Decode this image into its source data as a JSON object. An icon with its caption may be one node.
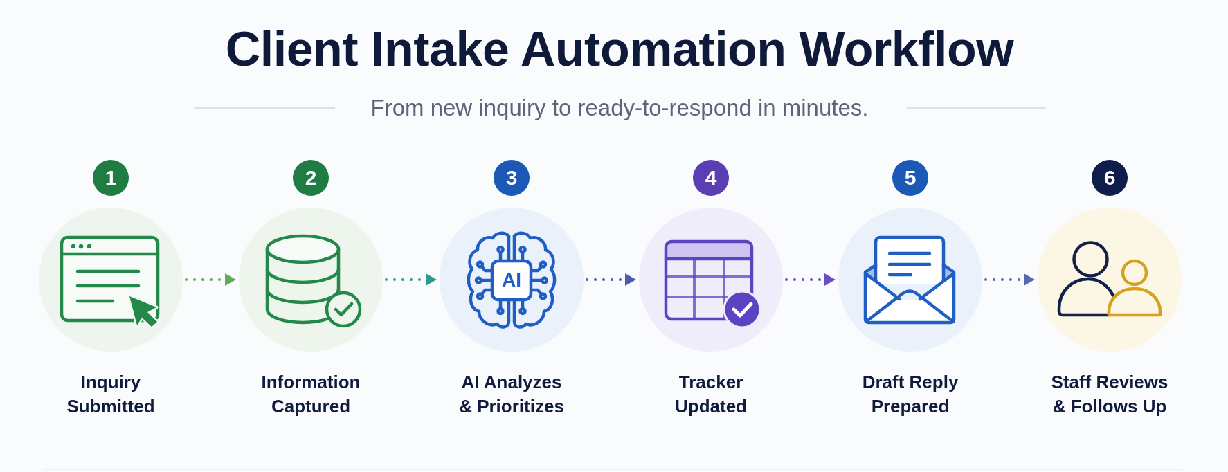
{
  "diagram": {
    "title": "Client Intake Automation Workflow",
    "nodes": [
      {
        "text": [
          "1",
          "Inquiry Submitted"
        ]
      },
      {
        "text": [
          "2",
          "Information Captured"
        ]
      },
      {
        "text": [
          "3",
          "AI Analyzes & Prioritizes"
        ]
      },
      {
        "text": [
          "4",
          "Tracker Updated"
        ]
      },
      {
        "text": [
          "5",
          "Draft Reply Prepared"
        ]
      },
      {
        "text": [
          "6",
          "Staff Reviews & Follows Up"
        ]
      }
    ],
    "edges": [
      {
        "from": 0,
        "to": 1,
        "arrow": "to",
        "style": "dashed",
        "color": "#5fac5f"
      },
      {
        "from": 1,
        "to": 2,
        "arrow": "to",
        "style": "dashed",
        "color": "#2e9a8c"
      },
      {
        "from": 2,
        "to": 3,
        "arrow": "to",
        "style": "dashed",
        "color": "#4a5bb0"
      },
      {
        "from": 3,
        "to": 4,
        "arrow": "to",
        "style": "dashed",
        "color": "#6a4cc8"
      },
      {
        "from": 4,
        "to": 5,
        "arrow": "to",
        "style": "dashed",
        "color": "#5868a8"
      }
    ],
    "labels": [
      "From new inquiry to ready-to-respond in minutes.",
      "AI"
    ]
  }
}
